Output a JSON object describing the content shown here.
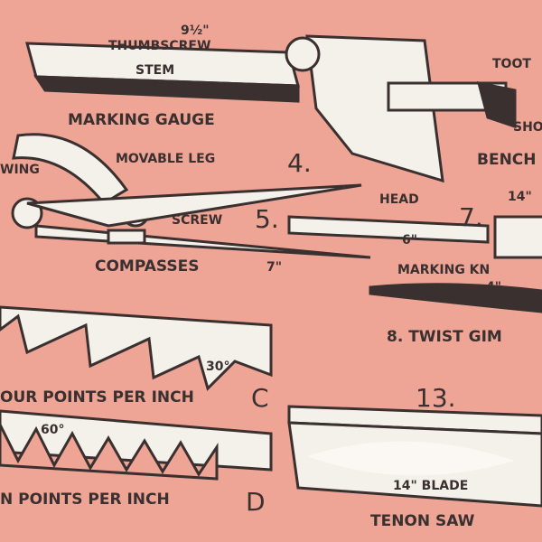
{
  "colors": {
    "fabric": "#eea595",
    "ink": "#3a3030",
    "paper": "#f4f0ea"
  },
  "labels": {
    "dim_9_5": "9½\"",
    "thumbscrew": "THUMBSCREW",
    "stem": "STEM",
    "marking_gauge": "MARKING GAUGE",
    "num4": "4.",
    "toot": "TOOT",
    "sho": "SHO",
    "benc": "BENCH",
    "movable_leg": "MOVABLE LEG",
    "wing": "WING",
    "screw": "SCREW",
    "num5": "5.",
    "head": "HEAD",
    "num7": "7.",
    "dim_14": "14\"",
    "dim_6": "6\"",
    "compasses": "COMPASSES",
    "dim_7": "7\"",
    "marking_knife": "MARKING KN",
    "dim_4": "4\"",
    "twist_gimlet": "8. TWIST GIM",
    "angle30": "30°",
    "four_points": "OUR POINTS PER INCH",
    "c": "C",
    "num13": "13.",
    "angle60": "60°",
    "ten_points": "N POINTS PER INCH",
    "d": "D",
    "blade": "14\" BLADE",
    "tenon_saw": "TENON SAW"
  }
}
